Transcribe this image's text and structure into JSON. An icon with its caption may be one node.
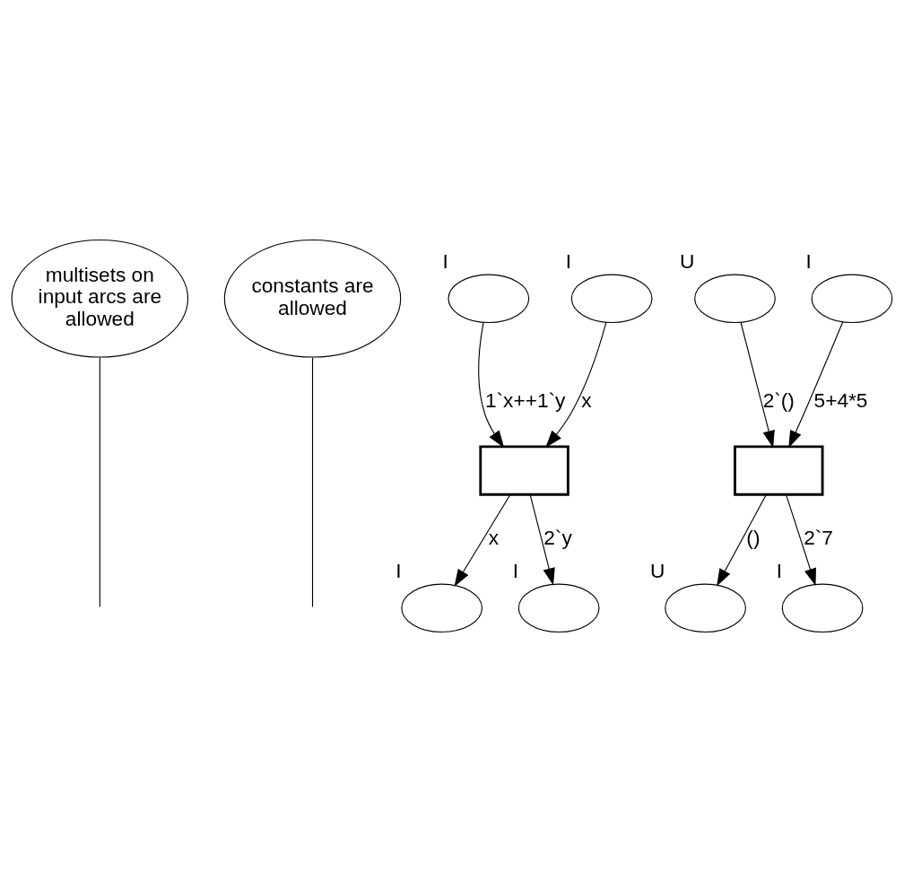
{
  "diagram": {
    "nodes": [
      {
        "text": [
          "multisets on input arcs are allowed"
        ]
      },
      {
        "text": [
          "constants are allowed"
        ]
      },
      {
        "text": [],
        "shape": "ellipse",
        "beside": [
          "I"
        ]
      },
      {
        "text": [],
        "shape": "ellipse",
        "beside": [
          "I"
        ]
      },
      {
        "text": [],
        "shape": "ellipse",
        "beside": [
          "U"
        ]
      },
      {
        "text": [],
        "shape": "ellipse",
        "beside": [
          "I"
        ]
      },
      {
        "text": [],
        "shape": "box"
      },
      {
        "text": [],
        "shape": "box"
      },
      {
        "text": [],
        "shape": "ellipse",
        "beside": [
          "I"
        ]
      },
      {
        "text": [],
        "shape": "ellipse",
        "beside": [
          "I"
        ]
      },
      {
        "text": [],
        "shape": "ellipse",
        "beside": [
          "U"
        ]
      },
      {
        "text": [],
        "shape": "ellipse",
        "beside": [
          "I"
        ]
      }
    ],
    "edges": [
      {
        "from": 0,
        "to": null,
        "arrow": "none"
      },
      {
        "from": 1,
        "to": null,
        "arrow": "none"
      },
      {
        "from": 2,
        "to": 6,
        "arrow": "to",
        "label": "1`x++1`y"
      },
      {
        "from": 3,
        "to": 6,
        "arrow": "to",
        "label": "x"
      },
      {
        "from": 4,
        "to": 7,
        "arrow": "to",
        "label": "2`()"
      },
      {
        "from": 5,
        "to": 7,
        "arrow": "to",
        "label": "5+4*5"
      },
      {
        "from": 6,
        "to": 8,
        "arrow": "to",
        "label": "x"
      },
      {
        "from": 6,
        "to": 9,
        "arrow": "to",
        "label": "2`y"
      },
      {
        "from": 7,
        "to": 10,
        "arrow": "to",
        "label": "()"
      },
      {
        "from": 7,
        "to": 11,
        "arrow": "to",
        "label": "2`7"
      }
    ]
  }
}
